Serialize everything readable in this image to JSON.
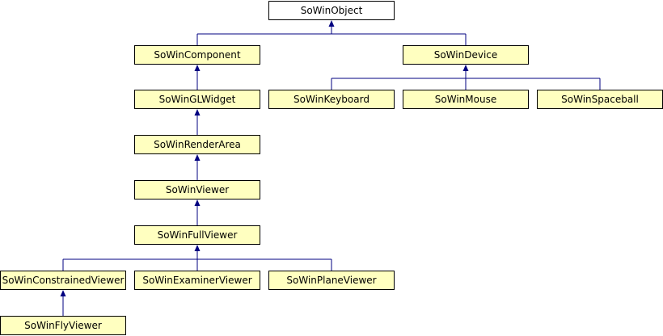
{
  "colors": {
    "node_fill": "#ffffc0",
    "root_fill": "#ffffff",
    "edge": "#000080",
    "border": "#000000"
  },
  "nodes": {
    "so_win_object": "SoWinObject",
    "so_win_component": "SoWinComponent",
    "so_win_device": "SoWinDevice",
    "so_win_gl_widget": "SoWinGLWidget",
    "so_win_keyboard": "SoWinKeyboard",
    "so_win_mouse": "SoWinMouse",
    "so_win_spaceball": "SoWinSpaceball",
    "so_win_render_area": "SoWinRenderArea",
    "so_win_viewer": "SoWinViewer",
    "so_win_full_viewer": "SoWinFullViewer",
    "so_win_constrained_viewer": "SoWinConstrainedViewer",
    "so_win_examiner_viewer": "SoWinExaminerViewer",
    "so_win_plane_viewer": "SoWinPlaneViewer",
    "so_win_fly_viewer": "SoWinFlyViewer"
  },
  "inheritance": [
    {
      "parent": "so_win_object",
      "children": [
        "so_win_component",
        "so_win_device"
      ]
    },
    {
      "parent": "so_win_component",
      "children": [
        "so_win_gl_widget"
      ]
    },
    {
      "parent": "so_win_device",
      "children": [
        "so_win_keyboard",
        "so_win_mouse",
        "so_win_spaceball"
      ]
    },
    {
      "parent": "so_win_gl_widget",
      "children": [
        "so_win_render_area"
      ]
    },
    {
      "parent": "so_win_render_area",
      "children": [
        "so_win_viewer"
      ]
    },
    {
      "parent": "so_win_viewer",
      "children": [
        "so_win_full_viewer"
      ]
    },
    {
      "parent": "so_win_full_viewer",
      "children": [
        "so_win_constrained_viewer",
        "so_win_examiner_viewer",
        "so_win_plane_viewer"
      ]
    },
    {
      "parent": "so_win_constrained_viewer",
      "children": [
        "so_win_fly_viewer"
      ]
    }
  ]
}
